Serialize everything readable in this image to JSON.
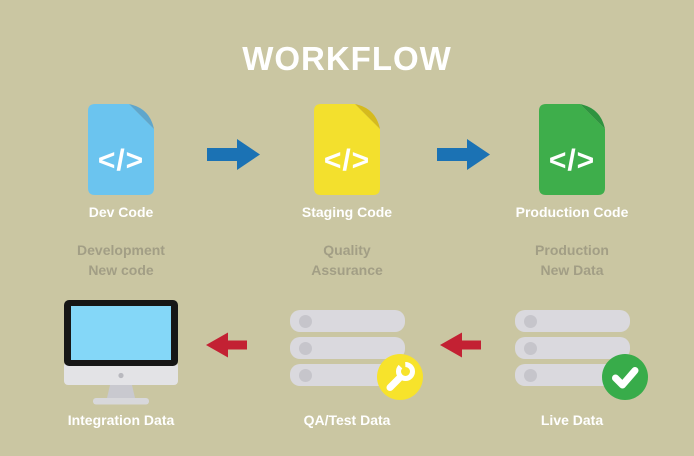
{
  "title": "WORKFLOW",
  "top_row": {
    "code_glyph": "</>",
    "items": [
      {
        "label": "Dev Code",
        "icon": "code-file-icon",
        "color": "#6bc4ef",
        "fold_color": "#5fa6cc"
      },
      {
        "label": "Staging Code",
        "icon": "code-file-icon",
        "color": "#f3e02d",
        "fold_color": "#d5ba1d"
      },
      {
        "label": "Production Code",
        "icon": "code-file-icon",
        "color": "#3eae4b",
        "fold_color": "#2e9340"
      }
    ],
    "arrow_direction": "right",
    "arrow_color": "#1b72b4"
  },
  "middle_row": [
    {
      "lines": [
        "Development",
        "New code"
      ]
    },
    {
      "lines": [
        "Quality",
        "Assurance"
      ]
    },
    {
      "lines": [
        "Production",
        "New Data"
      ]
    }
  ],
  "bottom_row": {
    "items": [
      {
        "label": "Integration Data",
        "icon": "monitor-icon"
      },
      {
        "label": "QA/Test Data",
        "icon": "server-stack-icon",
        "badge": "wrench-badge-icon",
        "badge_color": "#f7e32b"
      },
      {
        "label": "Live Data",
        "icon": "server-stack-icon",
        "badge": "check-badge-icon",
        "badge_color": "#38ac4a"
      }
    ],
    "arrow_direction": "left",
    "arrow_color": "#c32133"
  },
  "colors": {
    "background": "#cac6a2",
    "title_text": "#ffffff",
    "label_text": "#ffffff",
    "muted_text": "#a29e85",
    "blue_arrow": "#1b72b4",
    "red_arrow": "#c32133",
    "server_bar": "#dad9de",
    "server_dot": "#c6c5cb",
    "monitor_screen": "#84d7f8",
    "monitor_bezel": "#161616"
  }
}
